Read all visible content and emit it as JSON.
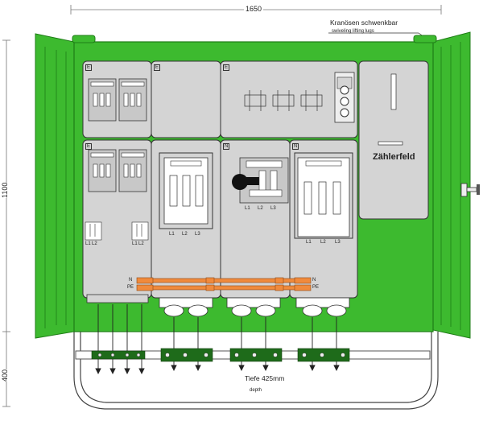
{
  "dimensions": {
    "width": "1650",
    "height_cabinet": "1100",
    "height_base": "400"
  },
  "annotations": {
    "lifting_lugs_de": "Kranösen schwenkbar",
    "lifting_lugs_en": "swiveling lifting lugs",
    "depth_de": "Tiefe 425mm",
    "depth_en": "depth",
    "meter_field": "Zählerfeld"
  },
  "module_tags": [
    "E",
    "E",
    "E",
    "E",
    "N",
    "N"
  ],
  "phase_labels": [
    "L1",
    "L2",
    "L3"
  ],
  "busbar_labels": {
    "neutral": "N",
    "pe": "PE"
  },
  "colors": {
    "enclosure": "#3dba2f",
    "enclosure_dark": "#1f7d17",
    "panel": "#d4d4d4",
    "module": "#c8c8c8",
    "busbar": "#f08a3c",
    "terminal": "#1e6b1a"
  }
}
